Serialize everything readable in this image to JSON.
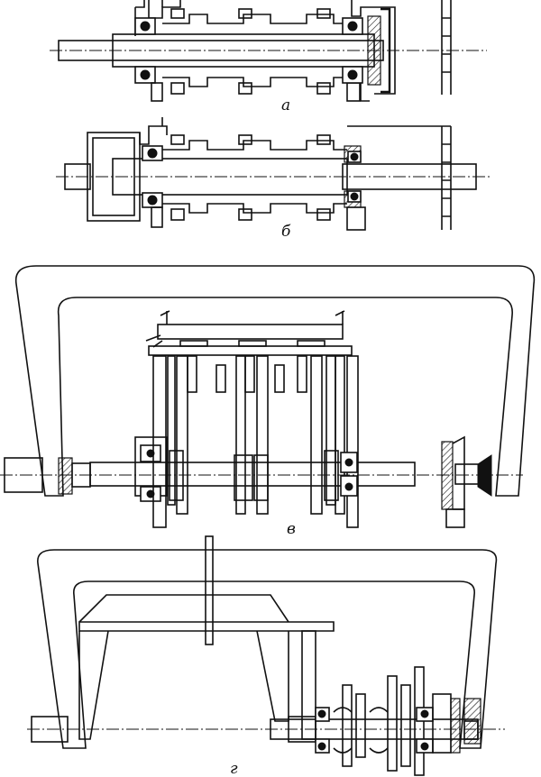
{
  "figure": {
    "panels": [
      {
        "id": "a",
        "label": "а"
      },
      {
        "id": "b",
        "label": "б"
      },
      {
        "id": "v",
        "label": "в"
      },
      {
        "id": "g",
        "label": "г"
      }
    ]
  }
}
